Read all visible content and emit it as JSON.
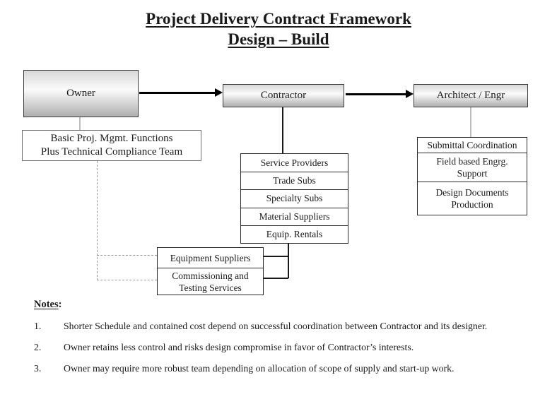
{
  "title": {
    "line1": "Project Delivery Contract Framework",
    "line2": "Design – Build"
  },
  "diagram": {
    "owner": {
      "label": "Owner"
    },
    "contractor": {
      "label": "Contractor"
    },
    "architect": {
      "label": "Architect / Engr"
    },
    "owner_team": {
      "line1": "Basic Proj. Mgmt. Functions",
      "line2": "Plus Technical Compliance Team"
    },
    "contractor_subs": {
      "items": [
        "Service Providers",
        "Trade Subs",
        "Specialty Subs",
        "Material Suppliers",
        "Equip. Rentals"
      ]
    },
    "architect_functions": {
      "items": [
        "Submittal Coordination",
        "Field based Engrg. Support",
        "Design Documents Production"
      ]
    },
    "owner_suppliers": {
      "items": [
        "Equipment Suppliers",
        "Commissioning and Testing Services"
      ]
    }
  },
  "notes": {
    "heading_word": "Notes",
    "heading_colon": ":",
    "items": [
      {
        "num": "1.",
        "text": "Shorter Schedule and contained cost depend on successful coordination between Contractor and its designer."
      },
      {
        "num": "2.",
        "text": "Owner retains less control and risks design compromise in favor of Contractor’s interests."
      },
      {
        "num": "3.",
        "text": "Owner may require more robust team depending on allocation of scope of supply and start-up work."
      }
    ]
  },
  "colors": {
    "box_gradient_top": "#d8d8d8",
    "box_gradient_mid": "#fbfbfb",
    "box_gradient_bottom": "#aeaeae",
    "box_border_dark": "#3c3c3c",
    "plain_box_border": "#6e6e6e",
    "stack_border": "#2a2a2a",
    "arrow_color": "#000000",
    "gray_connector": "#bdbdbd",
    "dashed_connector": "#9a9a9a",
    "text": "#1a1a1a",
    "background": "#ffffff"
  }
}
